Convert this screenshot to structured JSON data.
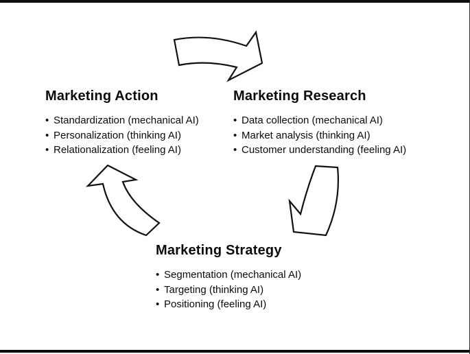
{
  "diagram": {
    "type": "cycle",
    "bullet_char": "•",
    "nodes": [
      {
        "id": "marketing-action",
        "title": "Marketing Action",
        "bullets": [
          "Standardization (mechanical AI)",
          "Personalization (thinking AI)",
          "Relationalization (feeling AI)"
        ]
      },
      {
        "id": "marketing-research",
        "title": "Marketing Research",
        "bullets": [
          "Data collection (mechanical AI)",
          "Market analysis (thinking AI)",
          "Customer understanding (feeling AI)"
        ]
      },
      {
        "id": "marketing-strategy",
        "title": "Marketing Strategy",
        "bullets": [
          "Segmentation (mechanical AI)",
          "Targeting (thinking AI)",
          "Positioning (feeling AI)"
        ]
      }
    ],
    "arrows": [
      {
        "from": "Marketing Action",
        "to": "Marketing Research",
        "position": "top",
        "direction": "right"
      },
      {
        "from": "Marketing Research",
        "to": "Marketing Strategy",
        "position": "right",
        "direction": "down-left"
      },
      {
        "from": "Marketing Strategy",
        "to": "Marketing Action",
        "position": "left",
        "direction": "up-left"
      }
    ],
    "colors": {
      "background": "#ffffff",
      "text": "#0a0a0a",
      "arrow_outline": "#111111",
      "arrow_fill": "#ffffff",
      "border": "#0d0d0d"
    }
  }
}
